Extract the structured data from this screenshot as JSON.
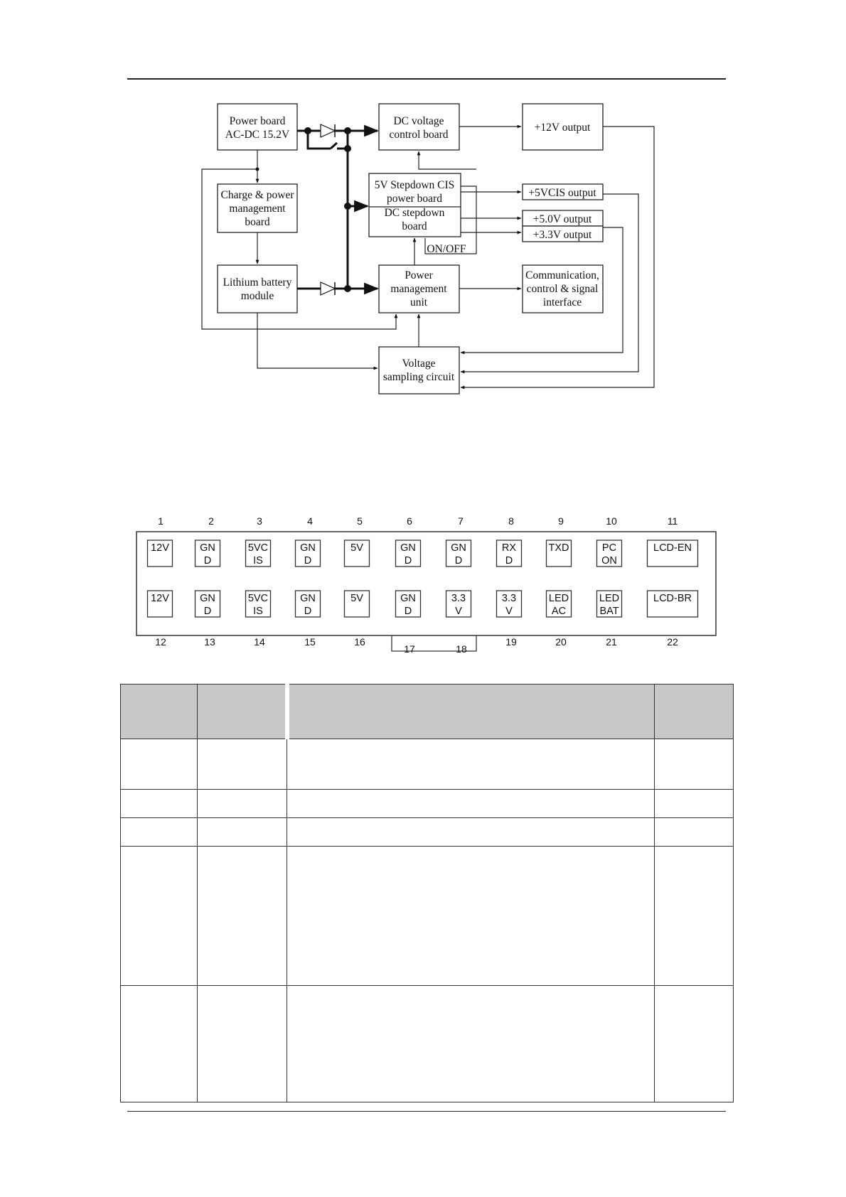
{
  "block_diagram": {
    "power_board": [
      "Power board",
      "AC-DC 15.2V"
    ],
    "dc_voltage_control": [
      "DC voltage",
      "control board"
    ],
    "out_12v": "+12V output",
    "charge_board": [
      "Charge & power",
      "management",
      "board"
    ],
    "stepdown_cis": [
      "5V Stepdown CIS",
      "power board"
    ],
    "dc_stepdown": [
      "DC stepdown",
      "board"
    ],
    "out_5vcis": "+5VCIS output",
    "out_5v": "+5.0V output",
    "out_3v3": "+3.3V output",
    "on_off": "ON/OFF",
    "lithium": [
      "Lithium battery",
      "module"
    ],
    "power_mgmt": [
      "Power",
      "management",
      "unit"
    ],
    "comm": [
      "Communication,",
      "control & signal",
      "interface"
    ],
    "voltage_sampling": [
      "Voltage",
      "sampling circuit"
    ]
  },
  "connector": {
    "top_numbers": [
      "1",
      "2",
      "3",
      "4",
      "5",
      "6",
      "7",
      "8",
      "9",
      "10",
      "11"
    ],
    "bottom_numbers": [
      "12",
      "13",
      "14",
      "15",
      "16",
      "17",
      "18",
      "19",
      "20",
      "21",
      "22"
    ],
    "top_pins": [
      [
        "12V"
      ],
      [
        "GN",
        "D"
      ],
      [
        "5VC",
        "IS"
      ],
      [
        "GN",
        "D"
      ],
      [
        "5V"
      ],
      [
        "GN",
        "D"
      ],
      [
        "GN",
        "D"
      ],
      [
        "RX",
        "D"
      ],
      [
        "TXD"
      ],
      [
        "PC",
        "ON"
      ],
      [
        "LCD-EN"
      ]
    ],
    "bottom_pins": [
      [
        "12V"
      ],
      [
        "GN",
        "D"
      ],
      [
        "5VC",
        "IS"
      ],
      [
        "GN",
        "D"
      ],
      [
        "5V"
      ],
      [
        "GN",
        "D"
      ],
      [
        "3.3",
        "V"
      ],
      [
        "3.3",
        "V"
      ],
      [
        "LED",
        "AC"
      ],
      [
        "LED",
        "BAT"
      ],
      [
        "LCD-BR"
      ]
    ]
  }
}
